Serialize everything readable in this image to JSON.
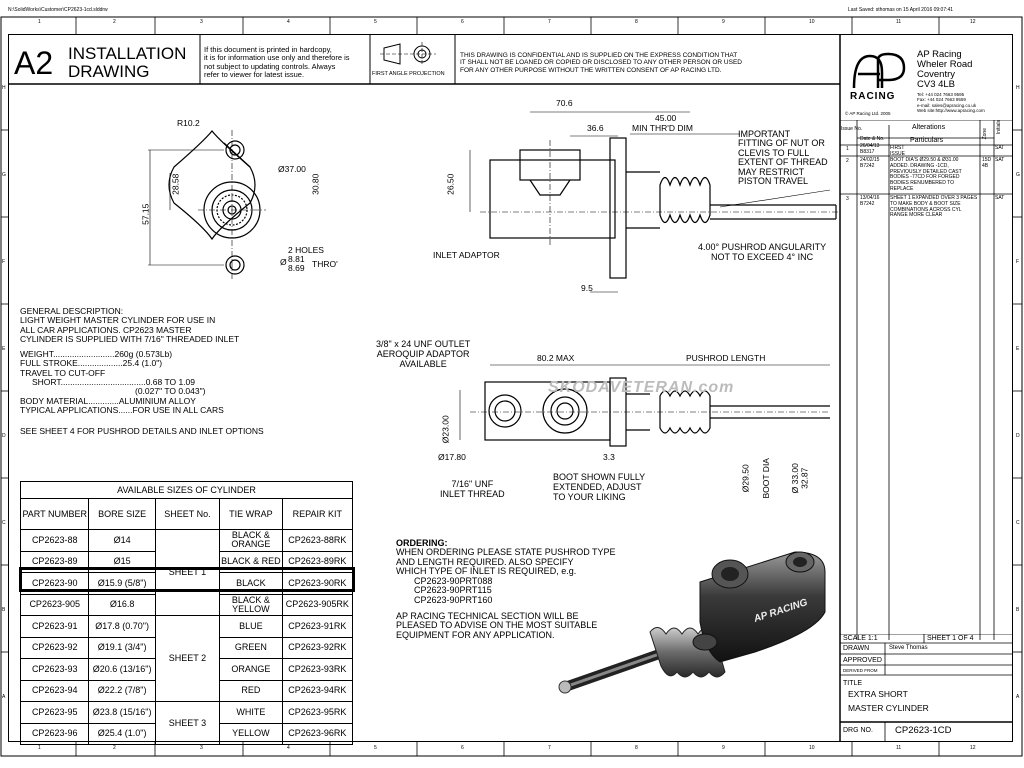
{
  "file_path": "N:\\SolidWorks\\Customer\\CP2623-1cd.slddrw",
  "last_saved": "Last Saved: sthomas on 15 April 2016 09:07:41",
  "grid_top": [
    "1",
    "2",
    "3",
    "4",
    "5",
    "6",
    "7",
    "8",
    "9",
    "10",
    "11",
    "12"
  ],
  "grid_bottom": [
    "1",
    "2",
    "3",
    "4",
    "5",
    "6",
    "7",
    "8",
    "9",
    "10",
    "11",
    "12"
  ],
  "grid_side": [
    "H",
    "G",
    "F",
    "E",
    "D",
    "C",
    "B",
    "A"
  ],
  "header": {
    "sheet_size": "A2",
    "title_line1": "INSTALLATION",
    "title_line2": "DRAWING",
    "hardcopy_note": [
      "If this document is printed in hardcopy,",
      "it is for information use only and therefore is",
      "not subject to updating controls. Always",
      "refer to viewer for latest issue."
    ],
    "projection_label": "FIRST ANGLE PROJECTION",
    "confidential": [
      "THIS DRAWING IS CONFIDENTIAL AND IS SUPPLIED ON THE EXPRESS CONDITION THAT",
      "IT SHALL NOT BE LOANED OR COPIED OR DISCLOSED TO ANY OTHER PERSON OR USED",
      "FOR ANY OTHER PURPOSE WITHOUT THE WRITTEN CONSENT OF AP RACING LTD."
    ]
  },
  "company": {
    "logo_top": "AP",
    "logo_bottom": "RACING",
    "address": [
      "AP Racing",
      "Wheler Road",
      "Coventry",
      "CV3 4LB"
    ],
    "contact": [
      "Tel:   +44 024 7663 9595",
      "Fax:  +44 024 7663 9559",
      "e-mail: sales@apracing.co.uk",
      "Web site:http://www.apracing.com"
    ],
    "copyright": "© AP Racing Ltd. 2005"
  },
  "revisions": {
    "title": "Alterations",
    "col_issue": "Issue No.",
    "col_date": "Date & No.",
    "col_particulars": "Particulars",
    "col_zone": "Zone",
    "col_initials": "Initials",
    "rows": [
      {
        "issue": "1",
        "date": "26/04/13 B8317",
        "text": "FIRST ISSUE",
        "zone": "",
        "initials": "SAT"
      },
      {
        "issue": "2",
        "date": "24/02/15 B7242",
        "text": "BOOT DIA'S Ø29.50 & Ø31.00 ADDED. DRAWING -1CD, PREVIOUSLY DETAILED CAST BODIES -77CD FOR FORGED BODIES RENUMBERED TO REPLACE",
        "zone": "15D 4B",
        "initials": "SAT"
      },
      {
        "issue": "3",
        "date": "13/04/16 B7242",
        "text": "SHEET 1 EXPANDED OVER 3 PAGES TO MAKE BODY & BOOT SIZE COMBINATIONS ACROSS CYL RANGE MORE CLEAR",
        "zone": "",
        "initials": "SAT"
      }
    ]
  },
  "title_block": {
    "scale": "SCALE 1:1",
    "sheet": "SHEET 1 OF 4",
    "drawn_label": "DRAWN",
    "drawn_value": "Steve Thomas",
    "approved_label": "APPROVED",
    "derived_label": "DERIVED FROM",
    "title_label": "TITLE",
    "title_line1": "EXTRA SHORT",
    "title_line2": "MASTER CYLINDER",
    "drg_label": "DRG NO.",
    "drg_value": "CP2623-1CD"
  },
  "front_view": {
    "r": "R10.2",
    "d37": "Ø37.00",
    "d2858": "28.58",
    "d3080": "30.80",
    "d5715": "57.15",
    "holes_line1": "2 HOLES",
    "holes_d1": "Ø",
    "holes_d2": "8.81",
    "holes_d3": "8.69",
    "holes_thru": "THRO'"
  },
  "side_view": {
    "d706": "70.6",
    "d450": "45.00",
    "min_thread": "MIN THR'D DIM",
    "d366": "36.6",
    "d2650": "26.50",
    "d95": "9.5",
    "important": [
      "IMPORTANT",
      "FITTING OF NUT OR",
      "CLEVIS TO FULL",
      "EXTENT OF THREAD",
      "MAY RESTRICT",
      "PISTON TRAVEL"
    ],
    "inlet_adaptor": "INLET ADAPTOR",
    "pushrod_angle": [
      "4.00° PUSHROD ANGULARITY",
      "NOT TO EXCEED 4° INC"
    ]
  },
  "lower_view": {
    "outlet": [
      "3/8\" x 24 UNF OUTLET",
      "AEROQUIP ADAPTOR",
      "AVAILABLE"
    ],
    "max": "80.2 MAX",
    "pushrod_length": "PUSHROD LENGTH",
    "watermark": "SKODAVETERAN.com",
    "d2300": "Ø23.00",
    "d1780": "Ø17.80",
    "d33": "3.3",
    "inlet_thread": [
      "7/16\" UNF",
      "INLET THREAD"
    ],
    "boot_note": [
      "BOOT SHOWN FULLY",
      "EXTENDED, ADJUST",
      "TO YOUR LIKING"
    ],
    "boot_dia1": "Ø29.50",
    "boot_dia2": "BOOT DIA",
    "d3300": "Ø 33.00",
    "d3287": "32.87"
  },
  "description": {
    "heading": "GENERAL DESCRIPTION:",
    "lines": [
      "LIGHT WEIGHT MASTER CYLINDER FOR USE IN",
      "ALL CAR APPLICATIONS. CP2623 MASTER",
      "CYLINDER IS SUPPLIED WITH 7/16\" THREADED INLET"
    ],
    "specs": [
      {
        "label": "WEIGHT",
        "value": "260g (0.573Lb)"
      },
      {
        "label": "FULL STROKE",
        "value": "25.4 (1.0\")"
      },
      {
        "label": "TRAVEL TO CUT-OFF",
        "value": ""
      },
      {
        "label": "    SHORT",
        "value": "0.68 TO 1.09"
      },
      {
        "label": "",
        "value": "(0.027\" TO 0.043\")"
      },
      {
        "label": "BODY MATERIAL",
        "value": "ALUMINIUM ALLOY"
      },
      {
        "label": "TYPICAL APPLICATIONS",
        "value": "FOR USE IN ALL CARS"
      }
    ],
    "see_sheet": "SEE SHEET 4 FOR PUSHROD DETAILS AND INLET OPTIONS"
  },
  "sizes_table": {
    "caption": "AVAILABLE SIZES OF CYLINDER",
    "headers": [
      "PART NUMBER",
      "BORE SIZE",
      "SHEET No.",
      "TIE WRAP",
      "REPAIR KIT"
    ],
    "rows": [
      {
        "part": "CP2623-88",
        "bore": "Ø14",
        "tie": "BLACK & ORANGE",
        "kit": "CP2623-88RK"
      },
      {
        "part": "CP2623-89",
        "bore": "Ø15",
        "tie": "BLACK & RED",
        "kit": "CP2623-89RK"
      },
      {
        "part": "CP2623-90",
        "bore": "Ø15.9 (5/8\")",
        "tie": "BLACK",
        "kit": "CP2623-90RK"
      },
      {
        "part": "CP2623-905",
        "bore": "Ø16.8",
        "tie": "BLACK & YELLOW",
        "kit": "CP2623-905RK"
      },
      {
        "part": "CP2623-91",
        "bore": "Ø17.8 (0.70\")",
        "tie": "BLUE",
        "kit": "CP2623-91RK"
      },
      {
        "part": "CP2623-92",
        "bore": "Ø19.1 (3/4\")",
        "tie": "GREEN",
        "kit": "CP2623-92RK"
      },
      {
        "part": "CP2623-93",
        "bore": "Ø20.6 (13/16\")",
        "tie": "ORANGE",
        "kit": "CP2623-93RK"
      },
      {
        "part": "CP2623-94",
        "bore": "Ø22.2 (7/8\")",
        "tie": "RED",
        "kit": "CP2623-94RK"
      },
      {
        "part": "CP2623-95",
        "bore": "Ø23.8 (15/16\")",
        "tie": "WHITE",
        "kit": "CP2623-95RK"
      },
      {
        "part": "CP2623-96",
        "bore": "Ø25.4 (1.0\")",
        "tie": "YELLOW",
        "kit": "CP2623-96RK"
      }
    ],
    "sheet_groups": [
      "SHEET 1",
      "SHEET 2",
      "SHEET 3"
    ]
  },
  "ordering": {
    "heading": "ORDERING:",
    "lines": [
      "WHEN ORDERING PLEASE STATE PUSHROD TYPE",
      "AND LENGTH REQUIRED. ALSO SPECIFY",
      "WHICH TYPE OF INLET IS REQUIRED, e.g."
    ],
    "examples": [
      "CP2623-90PRT088",
      "CP2623-90PRT115",
      "CP2623-90PRT160"
    ],
    "advise": [
      "AP RACING TECHNICAL SECTION WILL BE",
      "PLEASED TO ADVISE ON THE MOST SUITABLE",
      "EQUIPMENT FOR ANY APPLICATION."
    ],
    "render_logo": "AP RACING"
  }
}
